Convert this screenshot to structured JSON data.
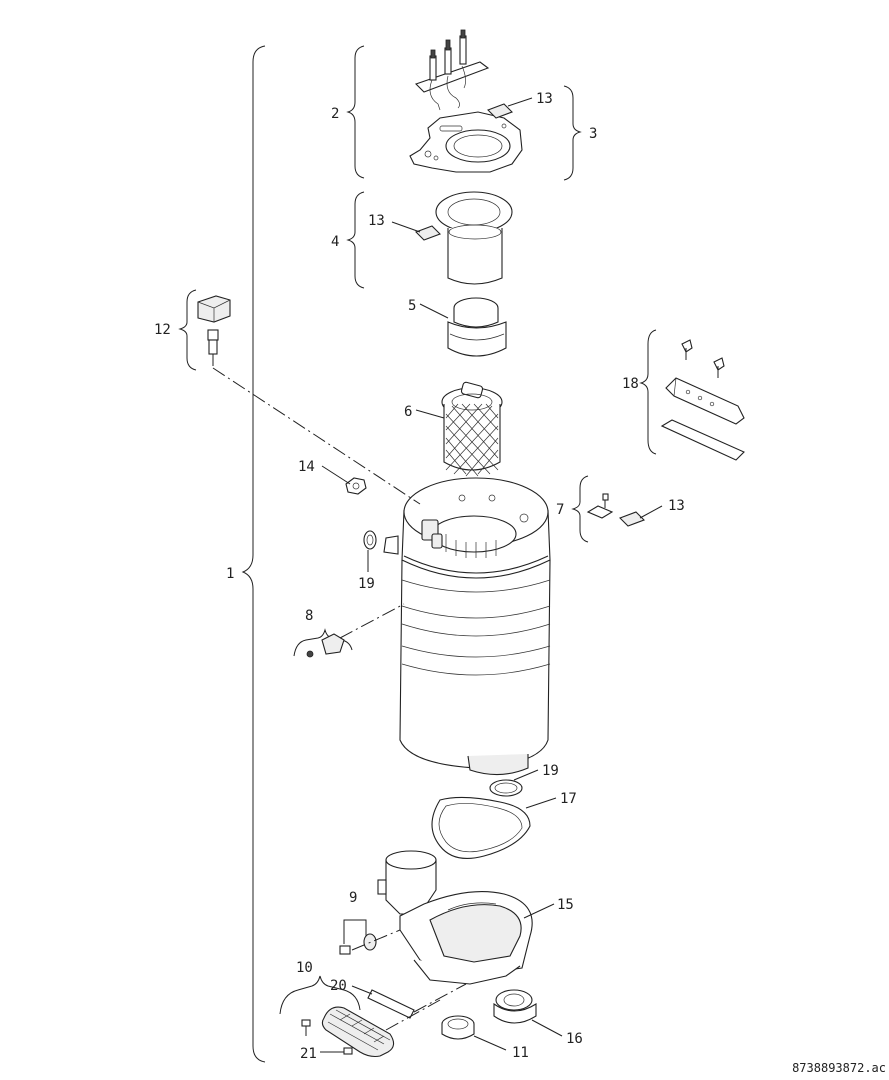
{
  "diagram": {
    "reference": "8738893872.ac",
    "callouts": [
      {
        "id": "c1",
        "text": "1"
      },
      {
        "id": "c2",
        "text": "2"
      },
      {
        "id": "c3",
        "text": "3"
      },
      {
        "id": "c4",
        "text": "4"
      },
      {
        "id": "c5",
        "text": "5"
      },
      {
        "id": "c6",
        "text": "6"
      },
      {
        "id": "c7",
        "text": "7"
      },
      {
        "id": "c8",
        "text": "8"
      },
      {
        "id": "c9",
        "text": "9"
      },
      {
        "id": "c10",
        "text": "10"
      },
      {
        "id": "c11",
        "text": "11"
      },
      {
        "id": "c12",
        "text": "12"
      },
      {
        "id": "c13a",
        "text": "13"
      },
      {
        "id": "c13b",
        "text": "13"
      },
      {
        "id": "c13c",
        "text": "13"
      },
      {
        "id": "c14",
        "text": "14"
      },
      {
        "id": "c15",
        "text": "15"
      },
      {
        "id": "c16",
        "text": "16"
      },
      {
        "id": "c17",
        "text": "17"
      },
      {
        "id": "c18",
        "text": "18"
      },
      {
        "id": "c19a",
        "text": "19"
      },
      {
        "id": "c19b",
        "text": "19"
      },
      {
        "id": "c20",
        "text": "20"
      },
      {
        "id": "c21",
        "text": "21"
      }
    ]
  }
}
